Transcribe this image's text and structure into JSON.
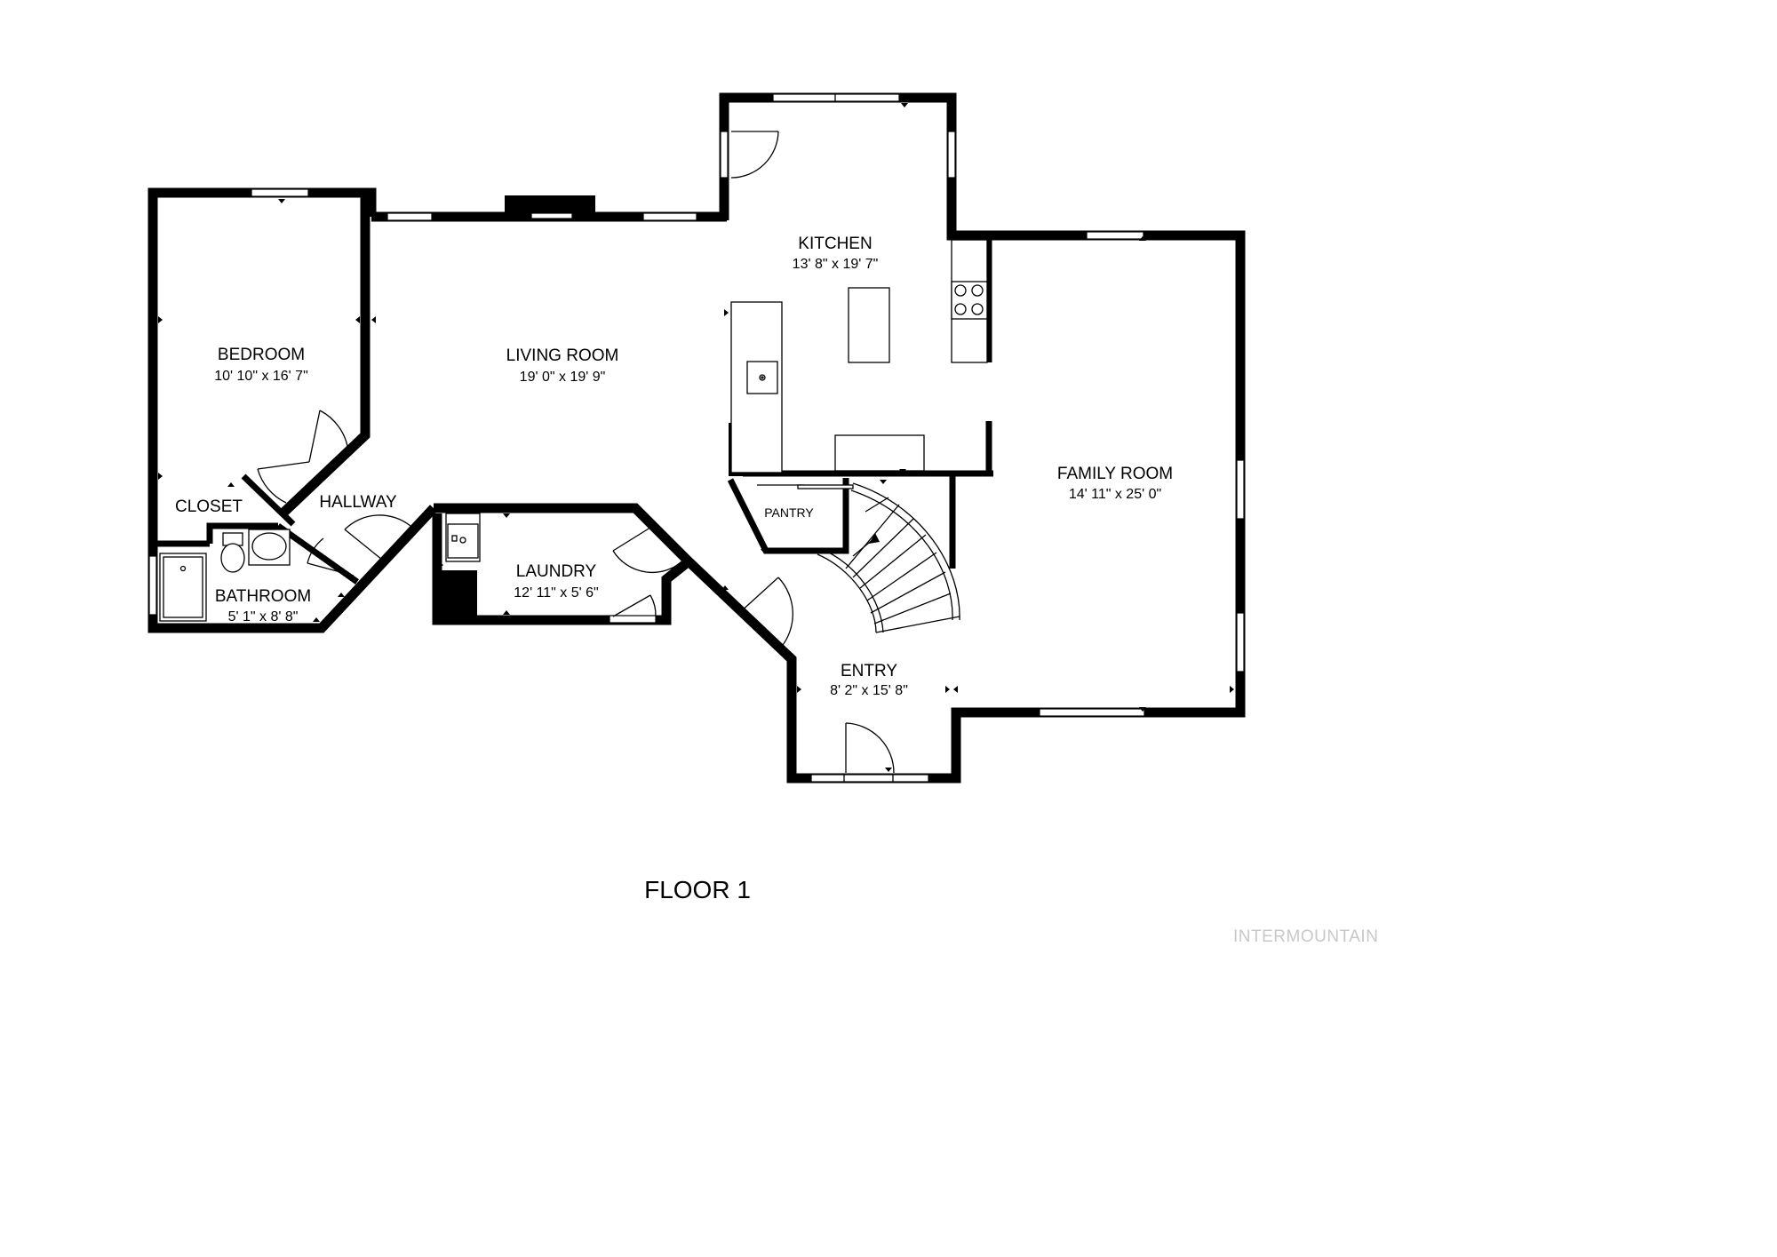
{
  "rooms": {
    "bedroom": {
      "name": "BEDROOM",
      "dim": "10' 10\" x 16' 7\""
    },
    "living": {
      "name": "LIVING ROOM",
      "dim": "19' 0\" x 19' 9\""
    },
    "kitchen": {
      "name": "KITCHEN",
      "dim": "13' 8\" x 19' 7\""
    },
    "family": {
      "name": "FAMILY ROOM",
      "dim": "14' 11\" x 25' 0\""
    },
    "closet": {
      "name": "CLOSET"
    },
    "hallway": {
      "name": "HALLWAY"
    },
    "bathroom": {
      "name": "BATHROOM",
      "dim": "5' 1\" x 8' 8\""
    },
    "laundry": {
      "name": "LAUNDRY",
      "dim": "12' 11\" x 5' 6\""
    },
    "pantry": {
      "name": "PANTRY"
    },
    "entry": {
      "name": "ENTRY",
      "dim": "8' 2\" x 15' 8\""
    }
  },
  "floor_label": "FLOOR 1",
  "watermark": "INTERMOUNTAIN"
}
